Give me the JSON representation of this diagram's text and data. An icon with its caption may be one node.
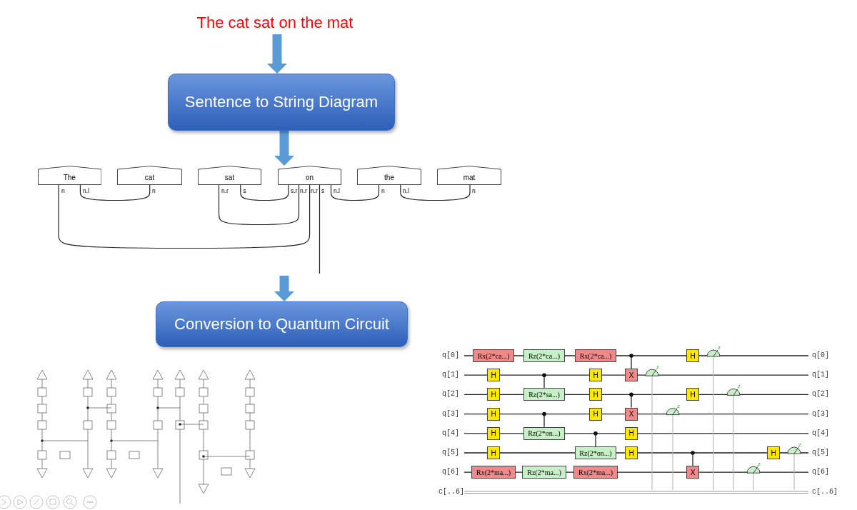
{
  "diagram": {
    "nodes": [
      {
        "text": [
          "The cat sat on the mat"
        ]
      },
      {
        "text": [
          "Sentence to String Diagram"
        ]
      },
      {
        "text": [
          "The"
        ]
      },
      {
        "text": [
          "cat"
        ]
      },
      {
        "text": [
          "sat"
        ]
      },
      {
        "text": [
          "on"
        ]
      },
      {
        "text": [
          "the"
        ]
      },
      {
        "text": [
          "mat"
        ]
      },
      {
        "text": [
          "Conversion to Quantum Circuit"
        ]
      },
      {
        "text": [
          "Rx(2*ca...)"
        ]
      },
      {
        "text": [
          "Rz(2*ca...)"
        ]
      },
      {
        "text": [
          "Rx(2*ca...)"
        ]
      },
      {
        "text": [
          "H"
        ]
      },
      {
        "text": [
          "H"
        ]
      },
      {
        "text": [
          "H"
        ]
      },
      {
        "text": [
          "X"
        ]
      },
      {
        "text": [
          "H"
        ]
      },
      {
        "text": [
          "Rz(2*sa...)"
        ]
      },
      {
        "text": [
          "H"
        ]
      },
      {
        "text": [
          "H"
        ]
      },
      {
        "text": [
          "H"
        ]
      },
      {
        "text": [
          "H"
        ]
      },
      {
        "text": [
          "X"
        ]
      },
      {
        "text": [
          "H"
        ]
      },
      {
        "text": [
          "Rz(2*on...)"
        ]
      },
      {
        "text": [
          "H"
        ]
      },
      {
        "text": [
          "H"
        ]
      },
      {
        "text": [
          "Rz(2*on...)"
        ]
      },
      {
        "text": [
          "H"
        ]
      },
      {
        "text": [
          "H"
        ]
      },
      {
        "text": [
          "Rx(2*ma...)"
        ]
      },
      {
        "text": [
          "Rz(2*ma...)"
        ]
      },
      {
        "text": [
          "Rx(2*ma...)"
        ]
      },
      {
        "text": [
          "X"
        ]
      }
    ],
    "edges": [
      {
        "from": 0,
        "to": 1,
        "arrow": "to",
        "style": "thick",
        "color": "#5b9bd5"
      },
      {
        "from": 1,
        "to": 5,
        "arrow": "to",
        "style": "thick",
        "color": "#5b9bd5"
      },
      {
        "from": null,
        "to": 8,
        "arrow": "to",
        "style": "thick",
        "color": "#5b9bd5"
      },
      {
        "from": 2,
        "to": 3,
        "arrow": "none"
      },
      {
        "from": 4,
        "to": 5,
        "arrow": "none"
      },
      {
        "from": 4,
        "to": 5,
        "arrow": "none"
      },
      {
        "from": 2,
        "to": 5,
        "arrow": "none"
      },
      {
        "from": 5,
        "to": 6,
        "arrow": "none"
      },
      {
        "from": 6,
        "to": 7,
        "arrow": "none"
      },
      {
        "from": 5,
        "to": null,
        "arrow": "none"
      }
    ],
    "labels": [
      "n",
      "n.l",
      "n",
      "n.r",
      "s",
      "s.r",
      "n.r",
      "n.r",
      "s",
      "n.l",
      "n",
      "n.l",
      "n",
      "q[0]",
      "z",
      "q[0]",
      "q[1]",
      "z",
      "q[1]",
      "q[2]",
      "z",
      "q[2]",
      "q[3]",
      "z",
      "q[3]",
      "q[4]",
      "q[4]",
      "q[5]",
      "z",
      "q[5]",
      "q[6]",
      "z",
      "q[6]",
      "c[..6]",
      "c[..6]"
    ]
  }
}
